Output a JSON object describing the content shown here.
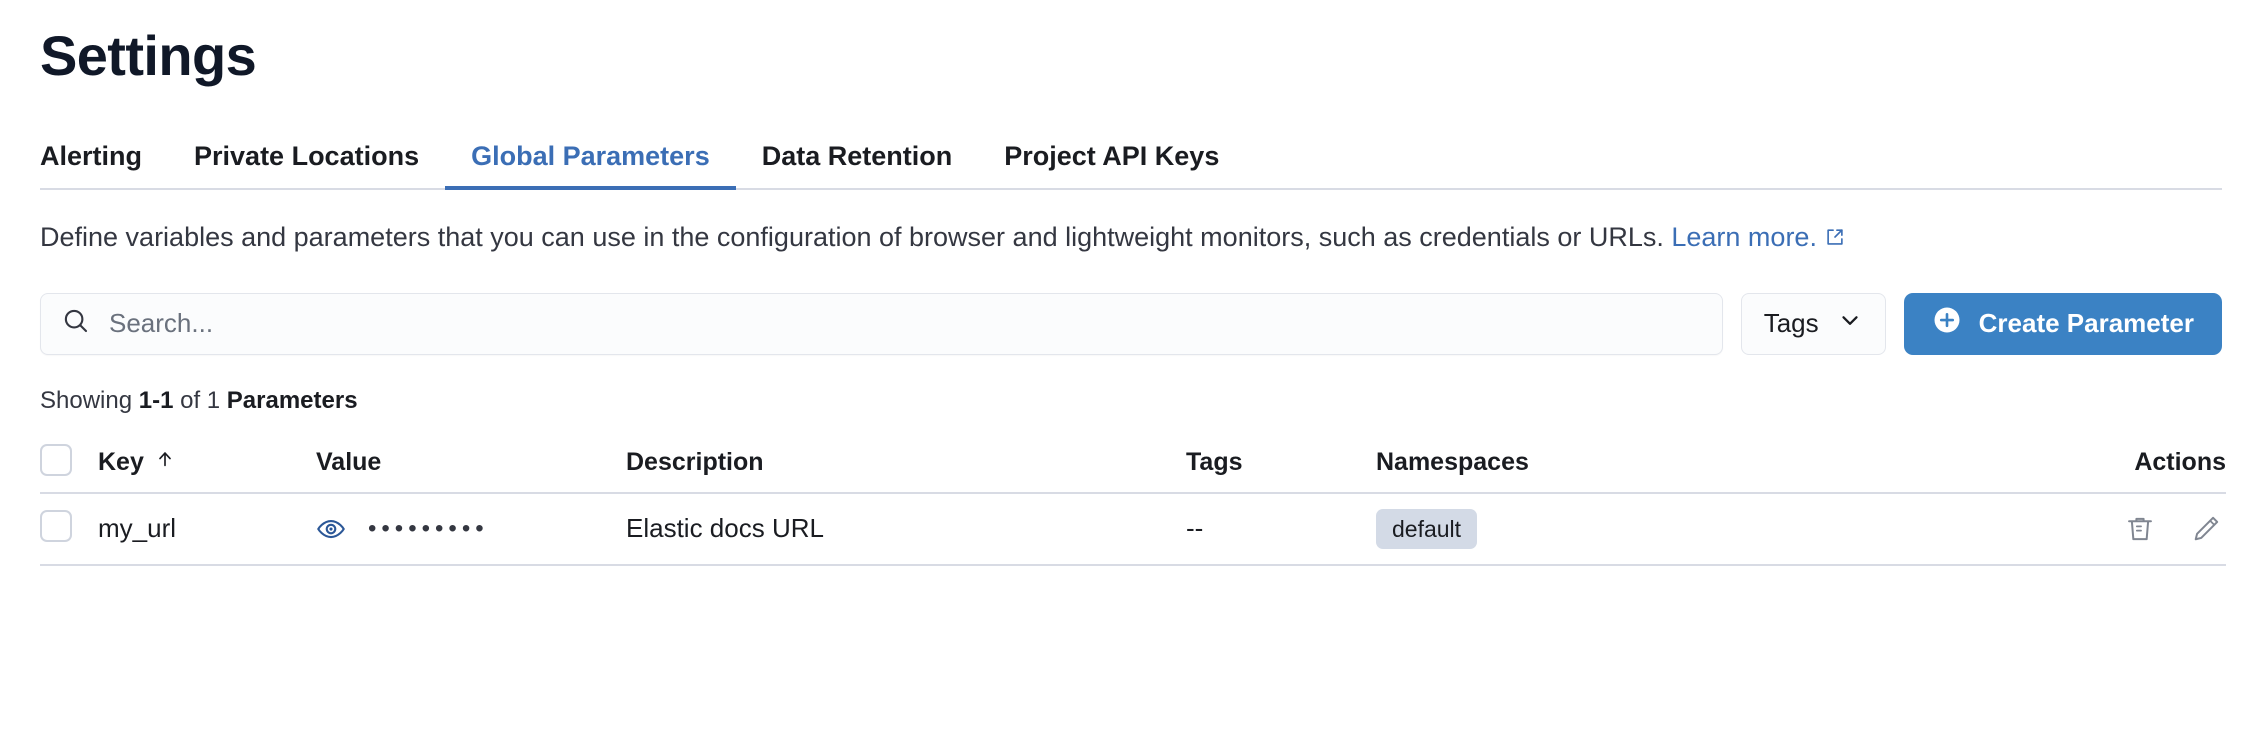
{
  "header": {
    "title": "Settings"
  },
  "tabs": [
    {
      "label": "Alerting",
      "active": false,
      "name": "tab-alerting"
    },
    {
      "label": "Private Locations",
      "active": false,
      "name": "tab-private-locations"
    },
    {
      "label": "Global Parameters",
      "active": true,
      "name": "tab-global-parameters"
    },
    {
      "label": "Data Retention",
      "active": false,
      "name": "tab-data-retention"
    },
    {
      "label": "Project API Keys",
      "active": false,
      "name": "tab-project-api-keys"
    }
  ],
  "description": {
    "text": "Define variables and parameters that you can use in the configuration of browser and lightweight monitors, such as credentials or URLs. ",
    "link_text": "Learn more.",
    "external_link_icon": "external-link-icon"
  },
  "controls": {
    "search": {
      "placeholder": "Search...",
      "value": "",
      "icon": "search-icon"
    },
    "tags_filter": {
      "label": "Tags",
      "icon": "chevron-down-icon"
    },
    "create_button": {
      "label": "Create Parameter",
      "icon": "plus-circle-icon"
    }
  },
  "results_summary": {
    "prefix": "Showing ",
    "range": "1-1",
    "middle": " of 1 ",
    "noun": "Parameters"
  },
  "table": {
    "columns": [
      {
        "label": "",
        "name": "select-all"
      },
      {
        "label": "Key",
        "name": "column-key",
        "sort_icon": "arrow-up-icon"
      },
      {
        "label": "Value",
        "name": "column-value"
      },
      {
        "label": "Description",
        "name": "column-description"
      },
      {
        "label": "Tags",
        "name": "column-tags"
      },
      {
        "label": "Namespaces",
        "name": "column-namespaces"
      },
      {
        "label": "Actions",
        "name": "column-actions"
      }
    ],
    "rows": [
      {
        "key": "my_url",
        "value_masked": "•••••••••",
        "value_toggle_icon": "eye-icon",
        "description": "Elastic docs URL",
        "tags": "--",
        "namespaces": [
          "default"
        ],
        "actions": [
          "trash-icon",
          "pencil-icon"
        ]
      }
    ]
  },
  "colors": {
    "accent_blue": "#3b6eb5",
    "button_blue": "#3b82c4",
    "eye_icon_blue": "#2b5797",
    "badge_bg": "#d3dae6",
    "border": "#d8dbe4",
    "text": "#1a1c21",
    "muted_text": "#6a717d"
  }
}
